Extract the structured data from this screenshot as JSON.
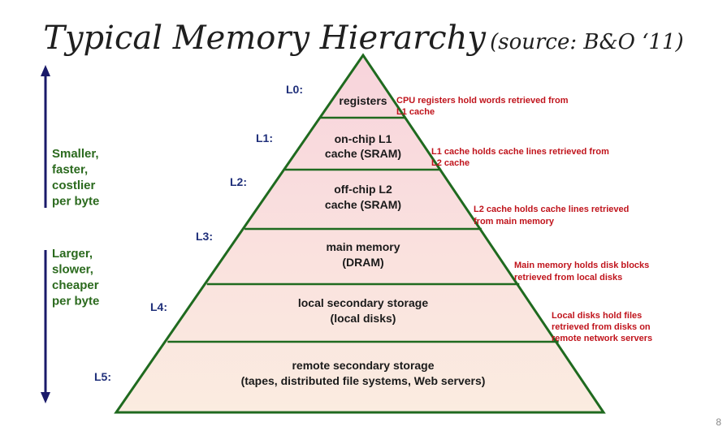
{
  "title": {
    "main": "Typical Memory Hierarchy",
    "source": "(source: B&O ‘11)"
  },
  "side_labels": {
    "top": [
      "Smaller,",
      "faster,",
      "costlier",
      "per byte"
    ],
    "bottom": [
      "Larger,",
      "slower,",
      "cheaper",
      "per byte"
    ]
  },
  "levels": [
    {
      "label": "L0:",
      "text": [
        "registers"
      ],
      "note": [
        "CPU registers hold words retrieved from",
        "L1 cache"
      ]
    },
    {
      "label": "L1:",
      "text": [
        "on-chip L1",
        "cache (SRAM)"
      ],
      "note": [
        "L1 cache holds cache lines retrieved from",
        "L2 cache"
      ]
    },
    {
      "label": "L2:",
      "text": [
        "off-chip L2",
        "cache (SRAM)"
      ],
      "note": [
        "L2 cache holds cache lines retrieved",
        "from main memory"
      ]
    },
    {
      "label": "L3:",
      "text": [
        "main memory",
        "(DRAM)"
      ],
      "note": [
        "Main memory holds disk blocks",
        "retrieved from local disks"
      ]
    },
    {
      "label": "L4:",
      "text": [
        "local secondary storage",
        "(local disks)"
      ],
      "note": [
        "Local disks hold files",
        "retrieved from disks on",
        "remote network servers"
      ]
    },
    {
      "label": "L5:",
      "text": [
        "remote secondary storage",
        "(tapes, distributed file systems, Web servers)"
      ],
      "note": []
    }
  ],
  "page_number": "8",
  "colors": {
    "outline": "#1f6a1f",
    "fill_top": "#f8d4dc",
    "fill_bottom": "#fbece0",
    "arrow": "#1a1a6a",
    "level_label": "#1f2f7a",
    "note": "#c0141c",
    "side_text": "#2b6a1e"
  }
}
